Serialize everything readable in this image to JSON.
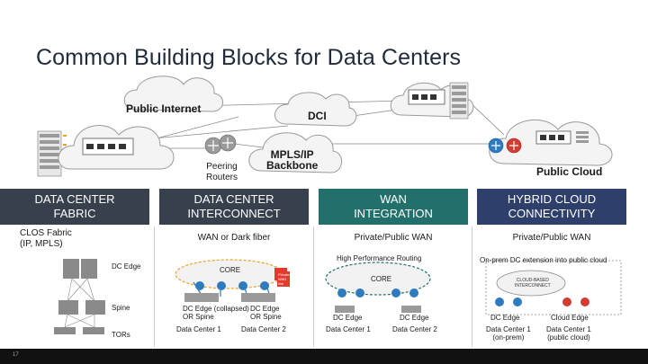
{
  "title": "Common Building Blocks for Data Centers",
  "top": {
    "public_internet": "Public Internet",
    "dci": "DCI",
    "mpls_backbone": "MPLS/IP\nBackbone",
    "peering_routers": "Peering\nRouters",
    "public_cloud": "Public Cloud"
  },
  "columns": [
    {
      "header": "DATA CENTER\nFABRIC",
      "color": "#37404d",
      "sub": "CLOS Fabric\n(IP, MPLS)"
    },
    {
      "header": "DATA CENTER\nINTERCONNECT",
      "color": "#37404d",
      "sub": "WAN or Dark fiber"
    },
    {
      "header": "WAN\nINTEGRATION",
      "color": "#22706b",
      "sub": "Private/Public WAN"
    },
    {
      "header": "HYBRID CLOUD\nCONNECTIVITY",
      "color": "#2e3f6b",
      "sub": "Private/Public WAN"
    }
  ],
  "fabric": {
    "dc_edge": "DC Edge",
    "spine": "Spine",
    "tors": "TORs"
  },
  "interconnect": {
    "core": "CORE",
    "edge_collapsed": "DC Edge (collapsed)\nOR Spine",
    "edge_right": "DC Edge\nOR Spine",
    "dc1": "Data Center 1",
    "dc2": "Data Center 2",
    "red_tag": "Private\nWAN\nlink"
  },
  "wan": {
    "heading": "High Performance Routing",
    "core": "CORE",
    "edge_left": "DC Edge",
    "edge_right": "DC Edge",
    "dc1": "Data Center 1",
    "dc2": "Data Center 2"
  },
  "cloud": {
    "heading": "On-prem DC extension into public cloud",
    "cloud_label": "CLOUD-BASED\nINTERCONNECT",
    "edge_left": "DC Edge",
    "edge_right": "Cloud Edge",
    "dc_left": "Data Center 1\n(on-prem)",
    "dc_right": "Data Center 1\n(public cloud)"
  },
  "page_number": "17",
  "colors": {
    "router_blue": "#2e7bbf",
    "router_red": "#d23c32",
    "grey_line": "#8a8a8a",
    "orange_link": "#f0a020"
  }
}
